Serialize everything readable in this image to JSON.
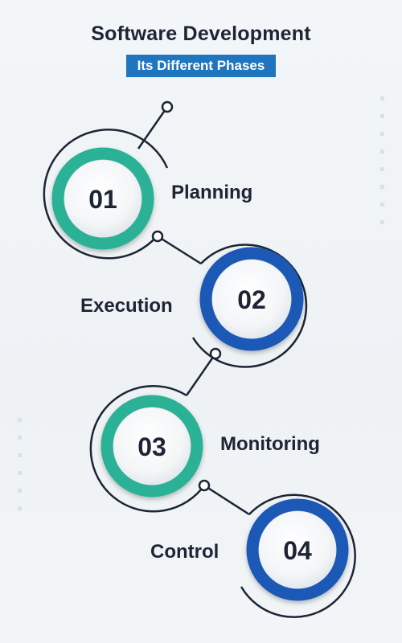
{
  "header": {
    "title": "Software Development",
    "subtitle": "Its Different Phases"
  },
  "colors": {
    "teal": "#2bb196",
    "blue": "#1e58b5",
    "line": "#1d2434",
    "accent": "#1f75be"
  },
  "phases": [
    {
      "number": "01",
      "label": "Planning",
      "color": "teal"
    },
    {
      "number": "02",
      "label": "Execution",
      "color": "blue"
    },
    {
      "number": "03",
      "label": "Monitoring",
      "color": "teal"
    },
    {
      "number": "04",
      "label": "Control",
      "color": "blue"
    }
  ]
}
